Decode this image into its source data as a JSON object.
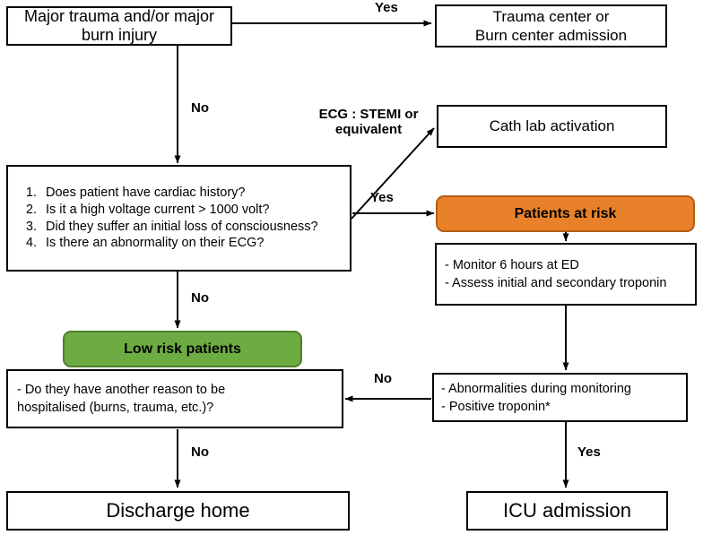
{
  "diagram": {
    "title": "Electrical injury emergency department triage flowchart",
    "colors": {
      "at_risk_fill": "#e8812a",
      "low_risk_fill": "#6dab43",
      "box_border": "#000000",
      "background": "#ffffff"
    },
    "nodes": {
      "major_trauma": "Major trauma and/or major burn injury",
      "trauma_center": "Trauma center or\nBurn center admission",
      "cath_lab": "Cath lab activation",
      "questions_title": "",
      "questions": [
        "Does patient have cardiac history?",
        "Is it a high voltage current > 1000 volt?",
        "Did they suffer an initial loss of consciousness?",
        "Is there an abnormality on their ECG?"
      ],
      "patients_at_risk": "Patients at risk",
      "monitoring": "- Monitor 6 hours at ED\n- Assess initial and secondary troponin",
      "low_risk": "Low risk patients",
      "hospitalised": "- Do they have another reason to be\nhospitalised (burns, trauma, etc.)?",
      "abnormalities": "- Abnormalities during monitoring\n- Positive troponin*",
      "discharge_home": "Discharge home",
      "icu_admission": "ICU admission"
    },
    "edge_labels": {
      "trauma_yes": "Yes",
      "trauma_no": "No",
      "ecg_stemi": "ECG : STEMI or\nequivalent",
      "risk_yes": "Yes",
      "risk_no": "No",
      "monitoring_no": "No",
      "monitoring_yes": "Yes",
      "hospitalised_no": "No"
    }
  }
}
